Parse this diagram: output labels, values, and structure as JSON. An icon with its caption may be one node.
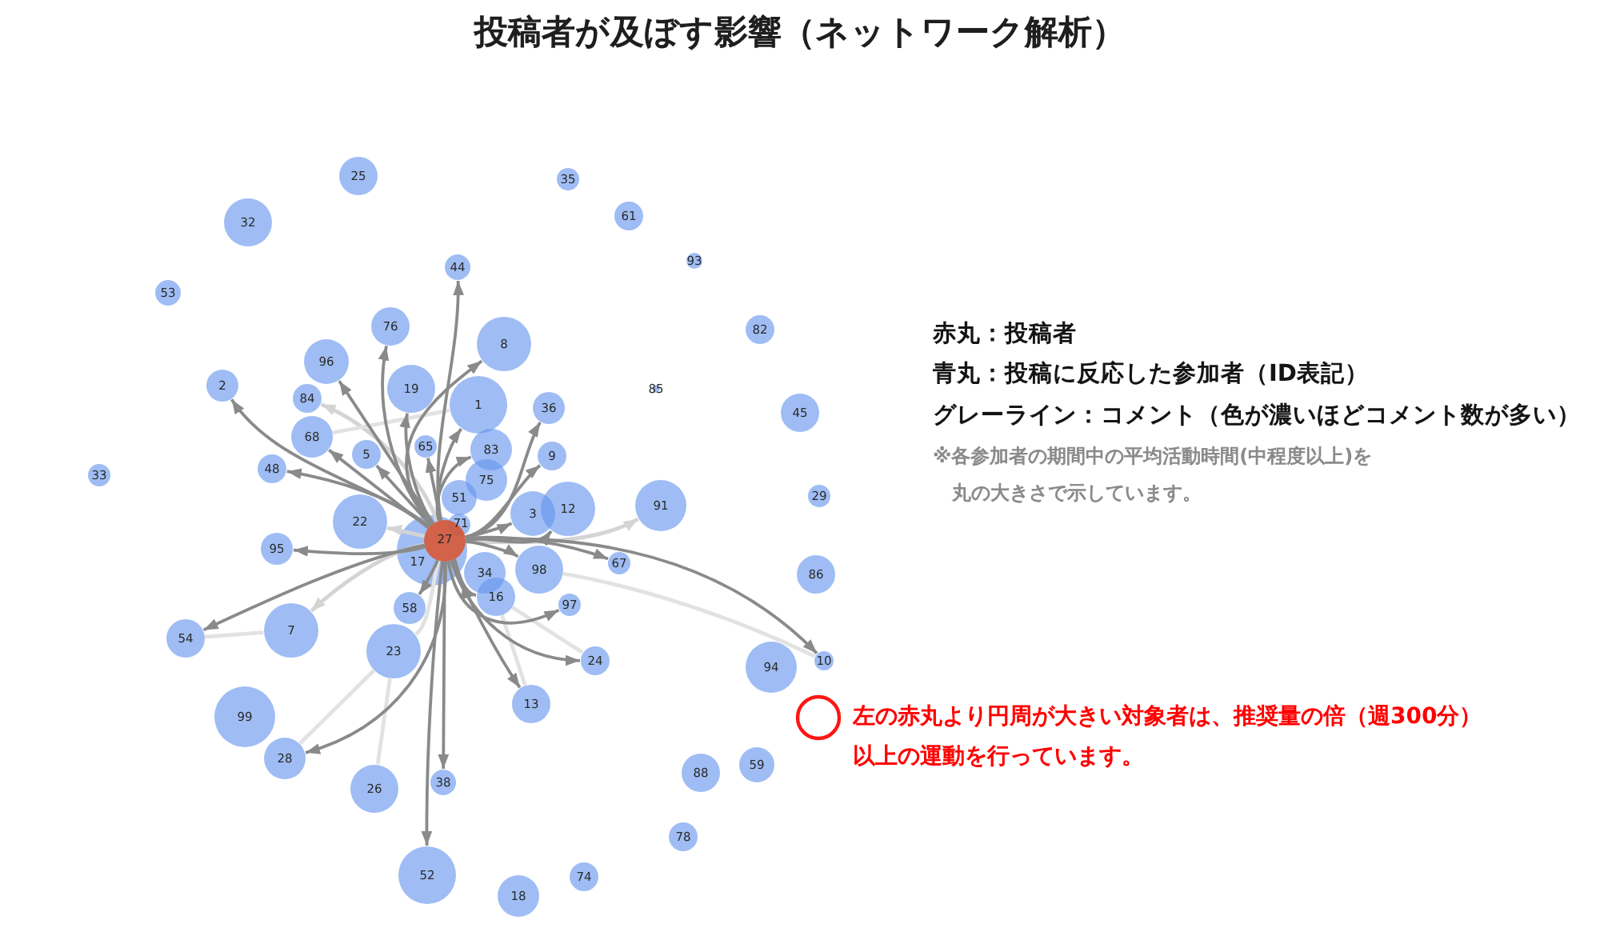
{
  "diagram": {
    "title": "投稿者が及ぼす影響（ネットワーク解析）",
    "nodes": [
      {
        "text": [
          "25"
        ]
      },
      {
        "text": [
          "35"
        ]
      },
      {
        "text": [
          "61"
        ]
      },
      {
        "text": [
          "32"
        ]
      },
      {
        "text": [
          "93"
        ]
      },
      {
        "text": [
          "44"
        ]
      },
      {
        "text": [
          "53"
        ]
      },
      {
        "text": [
          "76"
        ]
      },
      {
        "text": [
          "82"
        ]
      },
      {
        "text": [
          "8"
        ]
      },
      {
        "text": [
          "96"
        ]
      },
      {
        "text": [
          "2"
        ]
      },
      {
        "text": [
          "19"
        ]
      },
      {
        "text": [
          "85"
        ]
      },
      {
        "text": [
          "84"
        ]
      },
      {
        "text": [
          "1"
        ]
      },
      {
        "text": [
          "36"
        ]
      },
      {
        "text": [
          "45"
        ]
      },
      {
        "text": [
          "68"
        ]
      },
      {
        "text": [
          "65"
        ]
      },
      {
        "text": [
          "83"
        ]
      },
      {
        "text": [
          "5"
        ]
      },
      {
        "text": [
          "9"
        ]
      },
      {
        "text": [
          "48"
        ]
      },
      {
        "text": [
          "33"
        ]
      },
      {
        "text": [
          "75"
        ]
      },
      {
        "text": [
          "29"
        ]
      },
      {
        "text": [
          "51"
        ]
      },
      {
        "text": [
          "91"
        ]
      },
      {
        "text": [
          "12"
        ]
      },
      {
        "text": [
          "3"
        ]
      },
      {
        "text": [
          "22"
        ]
      },
      {
        "text": [
          "71"
        ]
      },
      {
        "text": [
          "27"
        ],
        "in": 34
      },
      {
        "text": [
          "17"
        ]
      },
      {
        "text": [
          "95"
        ]
      },
      {
        "text": [
          "98"
        ]
      },
      {
        "text": [
          "67"
        ]
      },
      {
        "text": [
          "34"
        ]
      },
      {
        "text": [
          "86"
        ]
      },
      {
        "text": [
          "16"
        ]
      },
      {
        "text": [
          "97"
        ]
      },
      {
        "text": [
          "58"
        ]
      },
      {
        "text": [
          "7"
        ]
      },
      {
        "text": [
          "54"
        ]
      },
      {
        "text": [
          "23"
        ]
      },
      {
        "text": [
          "24"
        ]
      },
      {
        "text": [
          "10"
        ]
      },
      {
        "text": [
          "94"
        ]
      },
      {
        "text": [
          "13"
        ]
      },
      {
        "text": [
          "99"
        ]
      },
      {
        "text": [
          "28"
        ]
      },
      {
        "text": [
          "59"
        ]
      },
      {
        "text": [
          "88"
        ]
      },
      {
        "text": [
          "38"
        ]
      },
      {
        "text": [
          "26"
        ]
      },
      {
        "text": [
          "78"
        ]
      },
      {
        "text": [
          "52"
        ]
      },
      {
        "text": [
          "74"
        ]
      },
      {
        "text": [
          "18"
        ]
      }
    ],
    "edges": [
      {
        "from": 33,
        "to": 5,
        "arrow": "to"
      },
      {
        "from": 33,
        "to": 7,
        "arrow": "to"
      },
      {
        "from": 33,
        "to": 9,
        "arrow": "to"
      },
      {
        "from": 33,
        "to": 10,
        "arrow": "to"
      },
      {
        "from": 33,
        "to": 11,
        "arrow": "to"
      },
      {
        "from": 33,
        "to": 12,
        "arrow": "to"
      },
      {
        "from": 33,
        "to": 15,
        "arrow": "to"
      },
      {
        "from": 33,
        "to": 16,
        "arrow": "to"
      },
      {
        "from": 33,
        "to": 18,
        "arrow": "to"
      },
      {
        "from": 33,
        "to": 19,
        "arrow": "to"
      },
      {
        "from": 33,
        "to": 20,
        "arrow": "to"
      },
      {
        "from": 33,
        "to": 21,
        "arrow": "to"
      },
      {
        "from": 33,
        "to": 22,
        "arrow": "to"
      },
      {
        "from": 33,
        "to": 23,
        "arrow": "to"
      },
      {
        "from": 33,
        "to": 29,
        "arrow": "to"
      },
      {
        "from": 33,
        "to": 30,
        "arrow": "to"
      },
      {
        "from": 33,
        "to": 35,
        "arrow": "to"
      },
      {
        "from": 33,
        "to": 36,
        "arrow": "to"
      },
      {
        "from": 33,
        "to": 37,
        "arrow": "to"
      },
      {
        "from": 33,
        "to": 40,
        "arrow": "to"
      },
      {
        "from": 33,
        "to": 41,
        "arrow": "to"
      },
      {
        "from": 33,
        "to": 42,
        "arrow": "to"
      },
      {
        "from": 33,
        "to": 44,
        "arrow": "to"
      },
      {
        "from": 33,
        "to": 46,
        "arrow": "to"
      },
      {
        "from": 33,
        "to": 47,
        "arrow": "to"
      },
      {
        "from": 33,
        "to": 49,
        "arrow": "to"
      },
      {
        "from": 33,
        "to": 51,
        "arrow": "to"
      },
      {
        "from": 33,
        "to": 54,
        "arrow": "to"
      },
      {
        "from": 33,
        "to": 57,
        "arrow": "to"
      },
      {
        "from": 33,
        "to": 14,
        "arrow": "to",
        "color": "#d4d4d4"
      },
      {
        "from": 33,
        "to": 28,
        "arrow": "to",
        "color": "#d4d4d4"
      },
      {
        "from": 33,
        "to": 31,
        "arrow": "to",
        "color": "#d4d4d4"
      },
      {
        "from": 33,
        "to": 43,
        "arrow": "to",
        "color": "#d4d4d4"
      },
      {
        "from": 44,
        "to": 43,
        "arrow": "none",
        "color": "#e2e2e2"
      },
      {
        "from": 45,
        "to": 51,
        "arrow": "none",
        "color": "#e2e2e2"
      },
      {
        "from": 45,
        "to": 55,
        "arrow": "none",
        "color": "#e2e2e2"
      },
      {
        "from": 18,
        "to": 15,
        "arrow": "none",
        "color": "#e2e2e2"
      },
      {
        "from": 40,
        "to": 46,
        "arrow": "none",
        "color": "#e2e2e2"
      },
      {
        "from": 40,
        "to": 49,
        "arrow": "none",
        "color": "#e2e2e2"
      },
      {
        "from": 33,
        "to": 45,
        "arrow": "none",
        "color": "#e2e2e2"
      },
      {
        "from": 36,
        "to": 47,
        "arrow": "none",
        "color": "#e2e2e2"
      }
    ],
    "labels": [
      "赤丸：投稿者",
      "青丸：投稿に反応した参加者（ID表記）",
      "グレーライン：コメント（色が濃いほどコメント数が多い）",
      "※各参加者の期間中の平均活動時間(中程度以上)を丸の大きさで示しています。"
    ],
    "legend": [
      {
        "text": "左の赤丸より円周が大きい対象者は、推奨量の倍（週300分）以上の運動を行っています。"
      }
    ]
  }
}
